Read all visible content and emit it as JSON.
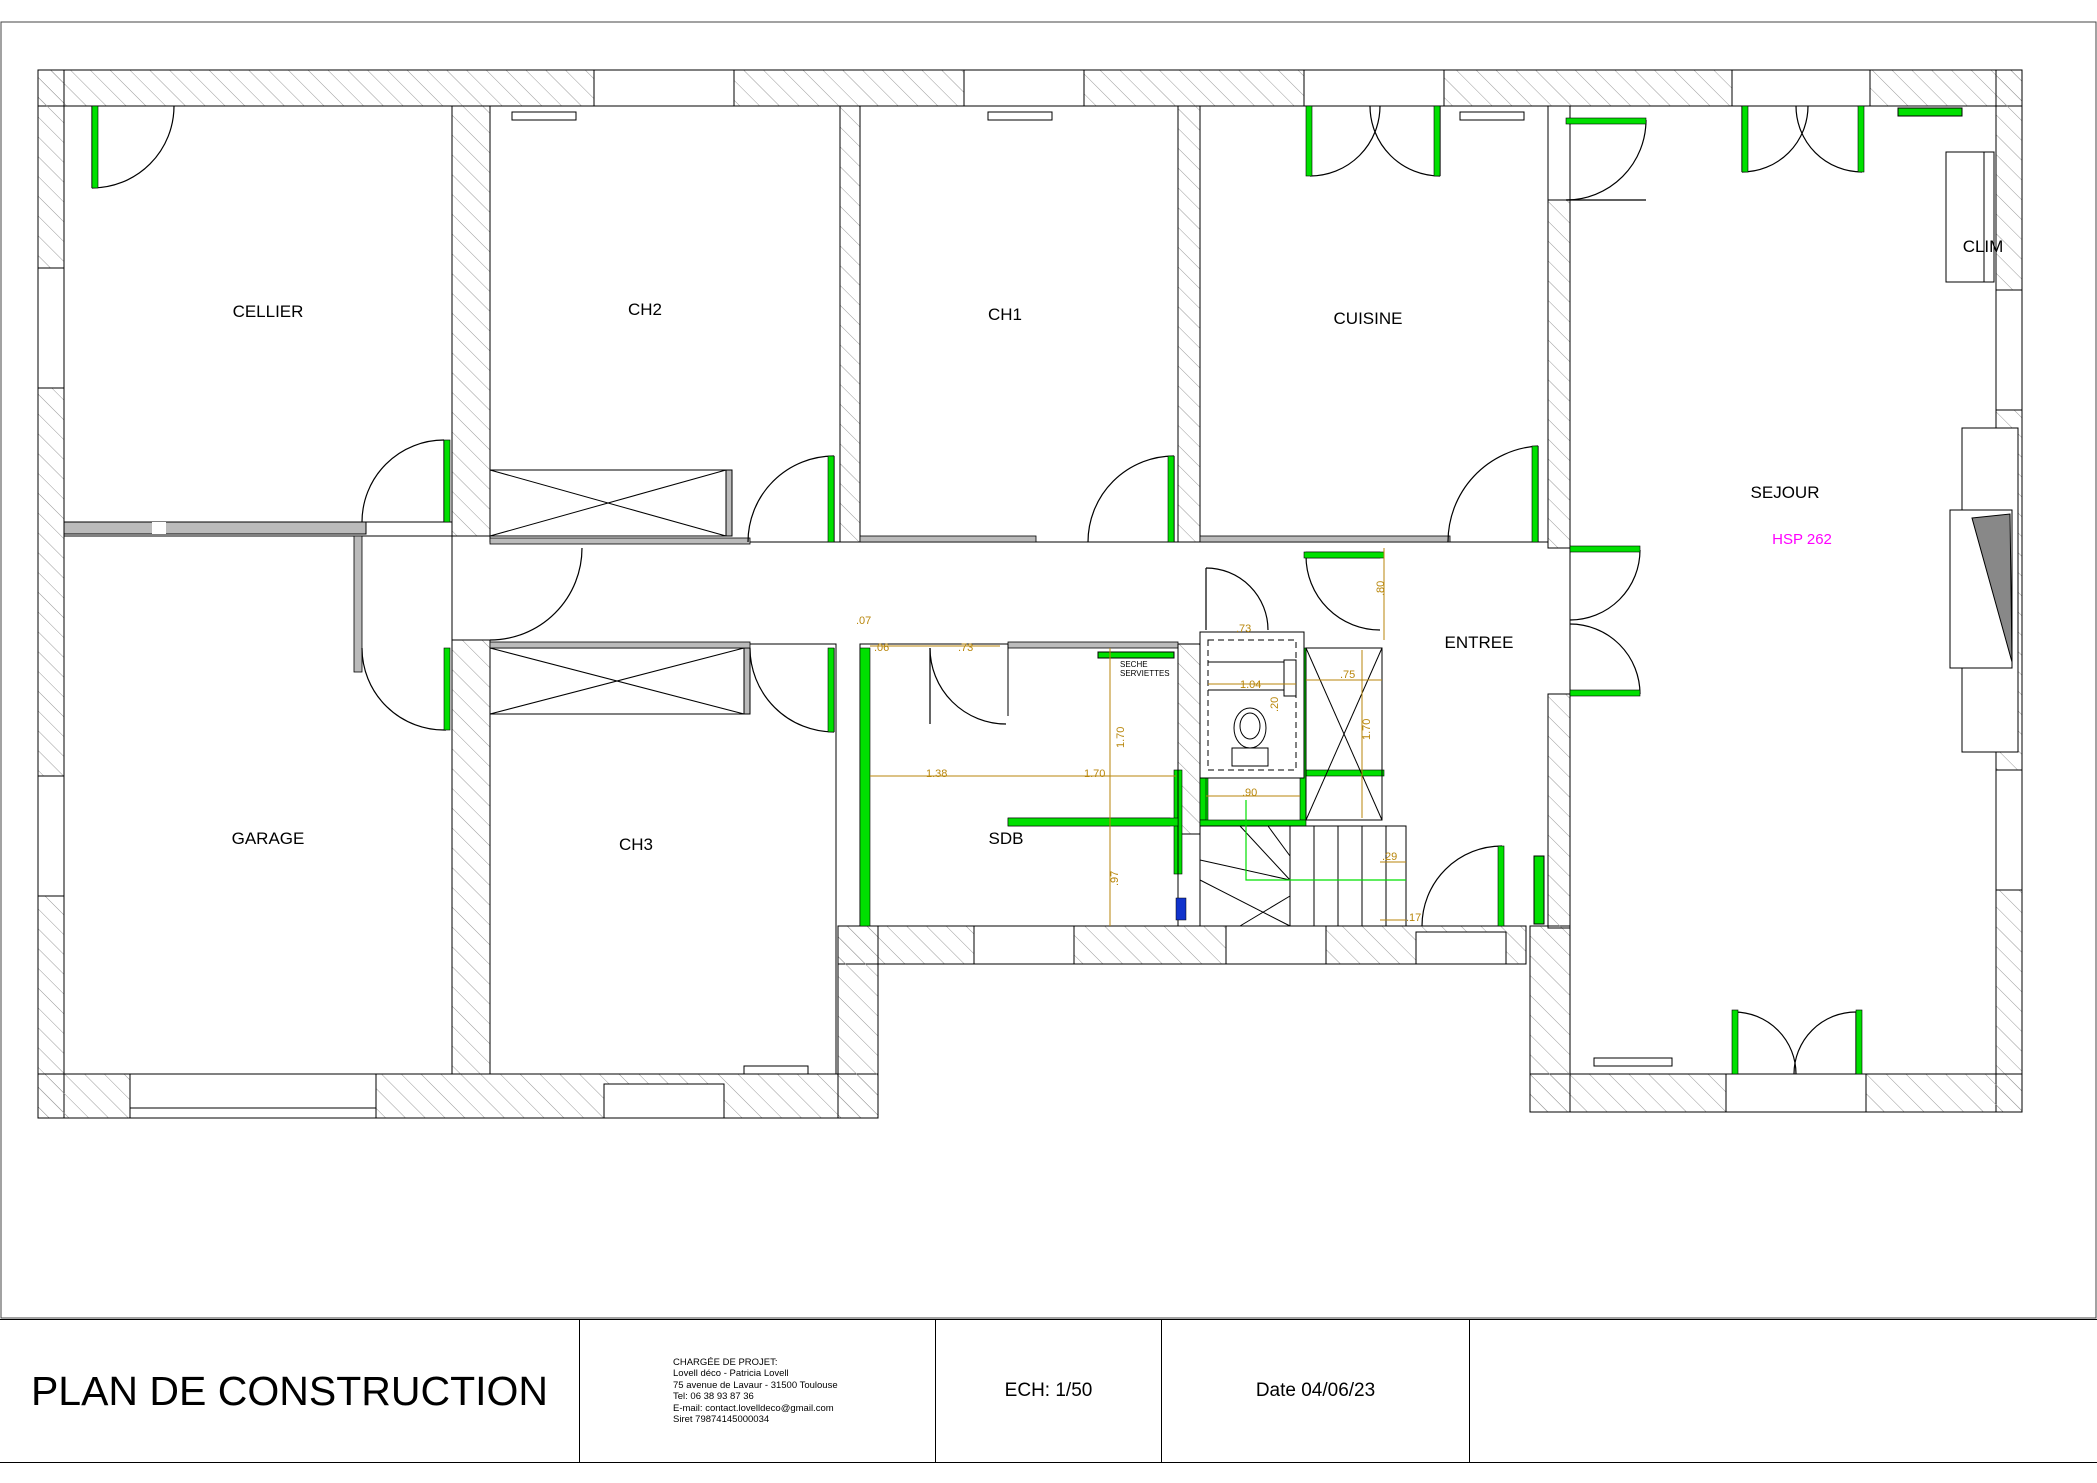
{
  "rooms": {
    "cellier": "CELLIER",
    "ch2": "CH2",
    "ch1": "CH1",
    "cuisine": "CUISINE",
    "clim": "CLIM",
    "sejour": "SEJOUR",
    "hsp": "HSP 262",
    "entree": "ENTREE",
    "garage": "GARAGE",
    "ch3": "CH3",
    "sdb": "SDB"
  },
  "fixtures": {
    "seche_line1": "SECHE",
    "seche_line2": "SERVIETTES"
  },
  "dimensions": {
    "d07": ".07",
    "d06": ".06",
    "d73a": ".73",
    "d73b": ".73",
    "d104": "1.04",
    "d20": ".20",
    "d75": ".75",
    "d80": ".80",
    "d170a": "1.70",
    "d170b": "1.70",
    "d170c": "1.70",
    "d138": "1.38",
    "d90": ".90",
    "d97": ".97",
    "d29": ".29",
    "d17": ".17"
  },
  "title_block": {
    "title": "PLAN DE CONSTRUCTION",
    "contact_lines": [
      "CHARGÉE DE PROJET:",
      "Lovell déco - Patricia Lovell",
      "75 avenue de Lavaur - 31500 Toulouse",
      "Tel: 06 38 93 87 36",
      "E-mail: contact.lovelldeco@gmail.com",
      "Siret 79874145000034"
    ],
    "scale": "ECH: 1/50",
    "date": "Date 04/06/23"
  },
  "colors": {
    "green": "#00e000",
    "wall_hatch": "#999999",
    "dimension": "#b8860b",
    "hsp": "#ff00ff"
  }
}
